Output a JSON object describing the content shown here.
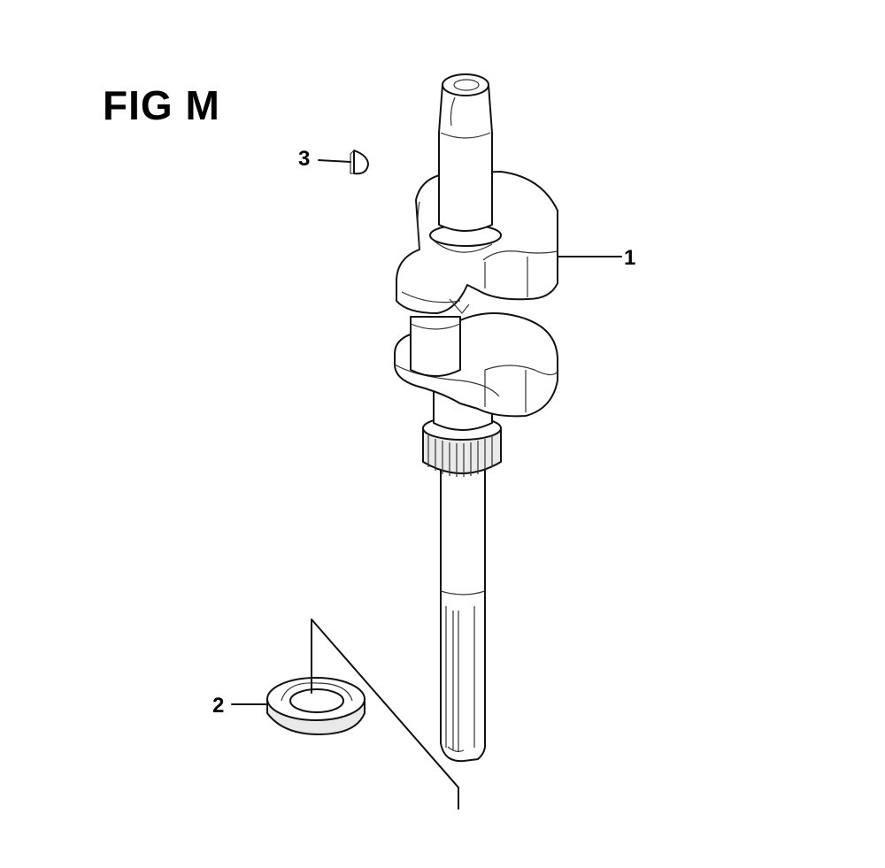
{
  "figure": {
    "title": "FIG M"
  },
  "callouts": [
    {
      "id": "1",
      "label": "1"
    },
    {
      "id": "2",
      "label": "2"
    },
    {
      "id": "3",
      "label": "3"
    }
  ]
}
